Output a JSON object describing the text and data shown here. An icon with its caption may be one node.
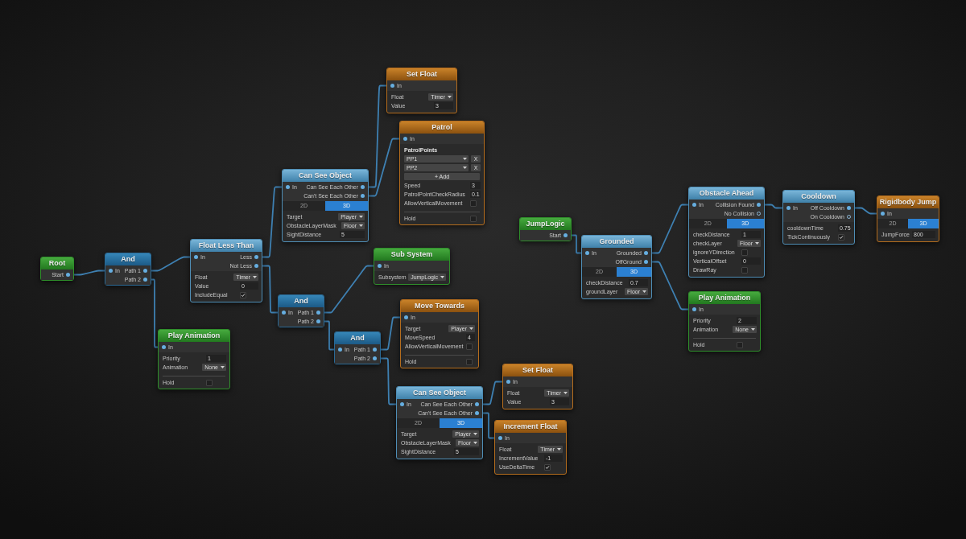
{
  "diagram": {
    "nodes": [
      {
        "text": [
          "Root",
          "Start"
        ]
      },
      {
        "text": [
          "And",
          "In",
          "Path 1",
          "Path 2"
        ]
      },
      {
        "text": [
          "Play Animation",
          "In",
          "Priority",
          "1",
          "Animation",
          "None",
          "Hold"
        ]
      },
      {
        "text": [
          "Float Less Than",
          "In",
          "Less",
          "Not Less",
          "Float",
          "Timer",
          "Value",
          "0",
          "IncludeEqual"
        ]
      },
      {
        "text": [
          "Can See Object",
          "In",
          "Can See Each Other",
          "Can't See Each Other",
          "2D",
          "3D",
          "Target",
          "Player",
          "ObstacleLayerMask",
          "Floor",
          "SightDistance",
          "5"
        ]
      },
      {
        "text": [
          "Set Float",
          "In",
          "Float",
          "Timer",
          "Value",
          "3"
        ]
      },
      {
        "text": [
          "Patrol",
          "In",
          "PatrolPoints",
          "PP1",
          "X",
          "PP2",
          "X",
          "+ Add",
          "Speed",
          "3",
          "PatrolPointCheckRadius",
          "0.1",
          "AllowVerticalMovement",
          "Hold"
        ]
      },
      {
        "text": [
          "Sub System",
          "In",
          "Subsystem",
          "JumpLogic"
        ]
      },
      {
        "text": [
          "And",
          "In",
          "Path 1",
          "Path 2"
        ]
      },
      {
        "text": [
          "Move Towards",
          "In",
          "Target",
          "Player",
          "MoveSpeed",
          "4",
          "AllowVerticalMovement",
          "Hold"
        ]
      },
      {
        "text": [
          "And",
          "In",
          "Path 1",
          "Path 2"
        ]
      },
      {
        "text": [
          "Can See Object",
          "In",
          "Can See Each Other",
          "Can't See Each Other",
          "2D",
          "3D",
          "Target",
          "Player",
          "ObstacleLayerMask",
          "Floor",
          "SightDistance",
          "5"
        ]
      },
      {
        "text": [
          "Set Float",
          "In",
          "Float",
          "Timer",
          "Value",
          "3"
        ]
      },
      {
        "text": [
          "Increment Float",
          "In",
          "Float",
          "Timer",
          "IncrementValue",
          "-1",
          "UseDeltaTime"
        ]
      },
      {
        "text": [
          "JumpLogic",
          "Start"
        ]
      },
      {
        "text": [
          "Grounded",
          "In",
          "Grounded",
          "OffGround",
          "2D",
          "3D",
          "checkDistance",
          "0.7",
          "groundLayer",
          "Floor"
        ]
      },
      {
        "text": [
          "Obstacle Ahead",
          "In",
          "Collision Found",
          "No Collision",
          "2D",
          "3D",
          "checkDistance",
          "1",
          "checkLayer",
          "Floor",
          "ignoreYDirection",
          "VerticalOffset",
          "0",
          "DrawRay"
        ]
      },
      {
        "text": [
          "Play Animation",
          "In",
          "Priority",
          "2",
          "Animation",
          "None",
          "Hold"
        ]
      },
      {
        "text": [
          "Cooldown",
          "In",
          "Off Cooldown",
          "On Cooldown",
          "cooldownTime",
          "0.75",
          "TickContinuously"
        ]
      },
      {
        "text": [
          "Rigidbody Jump",
          "In",
          "2D",
          "3D",
          "JumpForce",
          "800"
        ]
      }
    ],
    "edges": [
      {
        "from": 0,
        "to": 1,
        "arrow": "none"
      },
      {
        "from": 1,
        "to": 3,
        "arrow": "none"
      },
      {
        "from": 1,
        "to": 2,
        "arrow": "none"
      },
      {
        "from": 3,
        "to": 4,
        "arrow": "none"
      },
      {
        "from": 3,
        "to": 8,
        "arrow": "none"
      },
      {
        "from": 4,
        "to": 5,
        "arrow": "none"
      },
      {
        "from": 4,
        "to": 6,
        "arrow": "none"
      },
      {
        "from": 8,
        "to": 7,
        "arrow": "none"
      },
      {
        "from": 8,
        "to": 10,
        "arrow": "none"
      },
      {
        "from": 10,
        "to": 9,
        "arrow": "none"
      },
      {
        "from": 10,
        "to": 11,
        "arrow": "none"
      },
      {
        "from": 11,
        "to": 12,
        "arrow": "none"
      },
      {
        "from": 11,
        "to": 13,
        "arrow": "none"
      },
      {
        "from": 14,
        "to": 15,
        "arrow": "none"
      },
      {
        "from": 15,
        "to": 16,
        "arrow": "none"
      },
      {
        "from": 15,
        "to": 17,
        "arrow": "none"
      },
      {
        "from": 16,
        "to": 18,
        "arrow": "none"
      },
      {
        "from": 18,
        "to": 19,
        "arrow": "none"
      }
    ]
  }
}
